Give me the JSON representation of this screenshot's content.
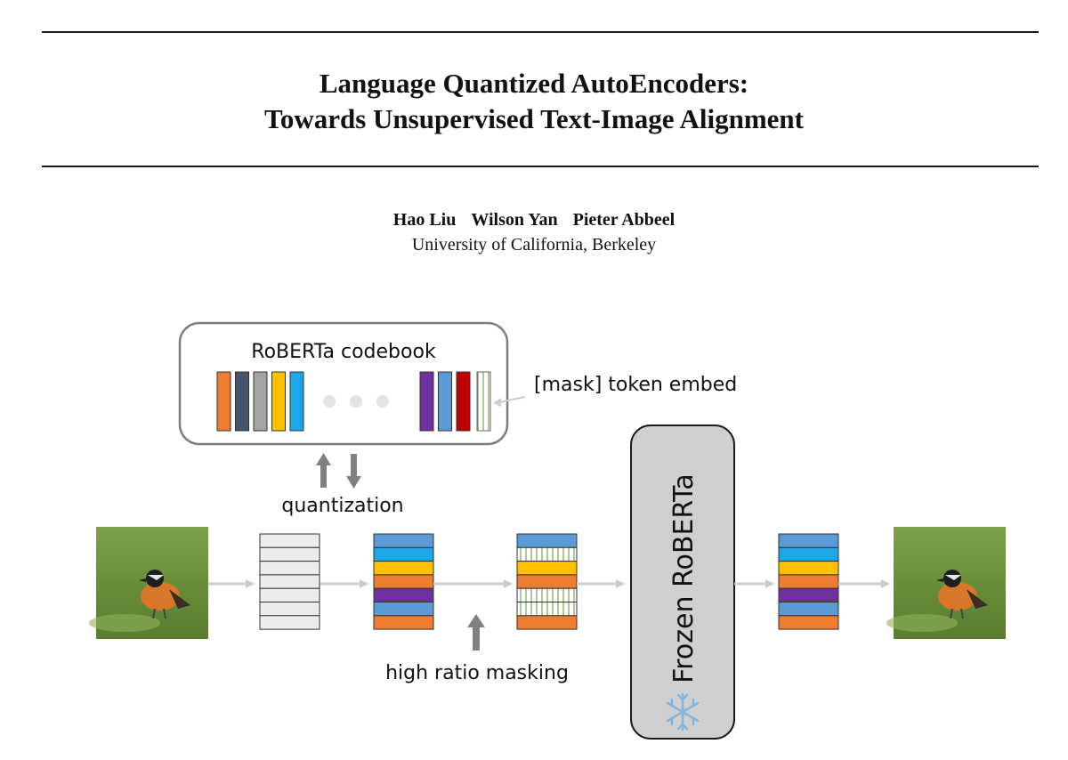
{
  "paper": {
    "title_line1": "Language Quantized AutoEncoders:",
    "title_line2": "Towards Unsupervised Text-Image Alignment",
    "authors": [
      "Hao Liu",
      "Wilson Yan",
      "Pieter Abbeel"
    ],
    "affiliation": "University of California, Berkeley"
  },
  "figure": {
    "codebook_label": "RoBERTa codebook",
    "mask_token_label": "[mask] token embed",
    "quantization_label": "quantization",
    "masking_label": "high ratio masking",
    "frozen_model_label": "Frozen RoBERTa",
    "codebook_colors": [
      "#ed7d31",
      "#44546a",
      "#a5a5a5",
      "#ffc000",
      "#1ea7e8"
    ],
    "codebook_colors_right": [
      "#7030a0",
      "#5b9bd5",
      "#c00000"
    ],
    "token_stack_colors": [
      "#5b9bd5",
      "#1ea7e8",
      "#ffc000",
      "#ed7d31",
      "#7030a0",
      "#5b9bd5",
      "#ed7d31"
    ],
    "masked_stack": [
      "#5b9bd5",
      "mask",
      "#ffc000",
      "#ed7d31",
      "mask",
      "mask",
      "#ed7d31"
    ],
    "output_stack_colors": [
      "#5b9bd5",
      "#1ea7e8",
      "#ffc000",
      "#ed7d31",
      "#7030a0",
      "#5b9bd5",
      "#ed7d31"
    ],
    "snowflake_icon": "snowflake-icon"
  }
}
